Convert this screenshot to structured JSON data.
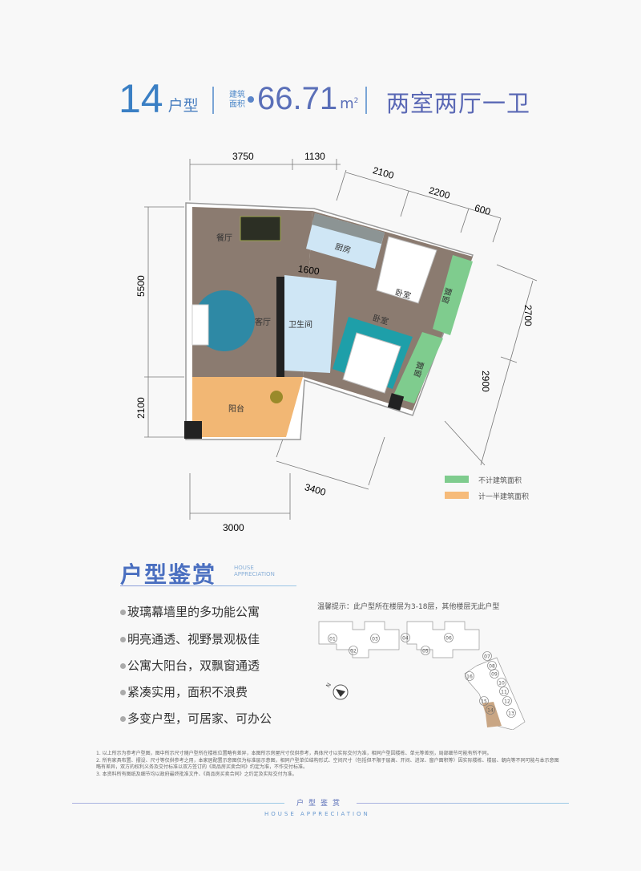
{
  "header": {
    "unit_number": "14",
    "unit_suffix": "户型",
    "area_label_line1": "建筑",
    "area_label_line2": "面积",
    "area_value": "66.71",
    "area_unit": "m",
    "area_unit_sup": "2",
    "layout_type": "两室两厅一卫"
  },
  "floorplan": {
    "rooms": {
      "dining": "餐厅",
      "living": "客厅",
      "kitchen": "厨房",
      "bathroom": "卫生间",
      "bedroom_upper": "卧室",
      "bedroom_lower": "卧室",
      "balcony": "阳台",
      "bay_window_upper": "飘窗",
      "bay_window_lower": "飘窗"
    },
    "dimensions": {
      "top_left": "3750",
      "top_right": "1130",
      "slant_1": "2100",
      "slant_2": "2200",
      "slant_3": "600",
      "bathroom_width": "1600",
      "left_upper": "5500",
      "left_lower": "2100",
      "right_upper": "2700",
      "right_lower": "2900",
      "bottom_slant": "3400",
      "bottom": "3000"
    },
    "colors": {
      "wood": "#8b7b70",
      "tile_blue": "#cfe6f5",
      "green_bay": "#7fcc8e",
      "balcony": "#f2b774",
      "wall": "#222222"
    }
  },
  "legend": [
    {
      "label": "不计建筑面积",
      "color": "#7fcc8e"
    },
    {
      "label": "计一半建筑面积",
      "color": "#f6bb7a"
    }
  ],
  "section": {
    "title": "户型鉴赏",
    "title_en_1": "HOUSE",
    "title_en_2": "APPRECIATION"
  },
  "features": [
    "玻璃幕墙里的多功能公寓",
    "明亮通透、视野景观极佳",
    "公寓大阳台，双飘窗通透",
    "紧凑实用，面积不浪费",
    "多变户型，可居家、可办公"
  ],
  "site_plan": {
    "tip": "温馨提示：此户型所在楼层为3-18层，其他楼层无此户型",
    "units": [
      "01",
      "02",
      "03",
      "04",
      "05",
      "06",
      "07",
      "08",
      "09",
      "10",
      "11",
      "12",
      "13",
      "14",
      "15",
      "16"
    ],
    "highlighted": "14",
    "highlight_color": "#c9a684",
    "compass_label": "N"
  },
  "notes": [
    "1. 以上所示为参考户型图，图中所示尺寸随户型所在楼栋位置略有差异，本图所示房屋尺寸仅供参考，具体尺寸以实际交付为准，相同户型因楼栋、单元等差别，局部细节可能有所不同。",
    "2. 所有家具布置、摆设、尺寸等仅供参考之用，本家居配置示意图仅为标准层示意图，相同户型单位结构形式、空间尺寸（包括但不限于层高、开间、进深、窗户面积等）因实际楼栋、楼层、朝向等不同可能与本示意图略有差异，双方的权利义务及交付标准以双方签订的《商品房买卖合同》约定为准，不作交付标准。",
    "3. 本资料所有图纸及细节均以政府最终批准文件、《商品房买卖合同》之约定及实际交付为准。"
  ],
  "footer": {
    "title": "户型鉴赏",
    "title_en": "HOUSE APPRECIATION"
  }
}
